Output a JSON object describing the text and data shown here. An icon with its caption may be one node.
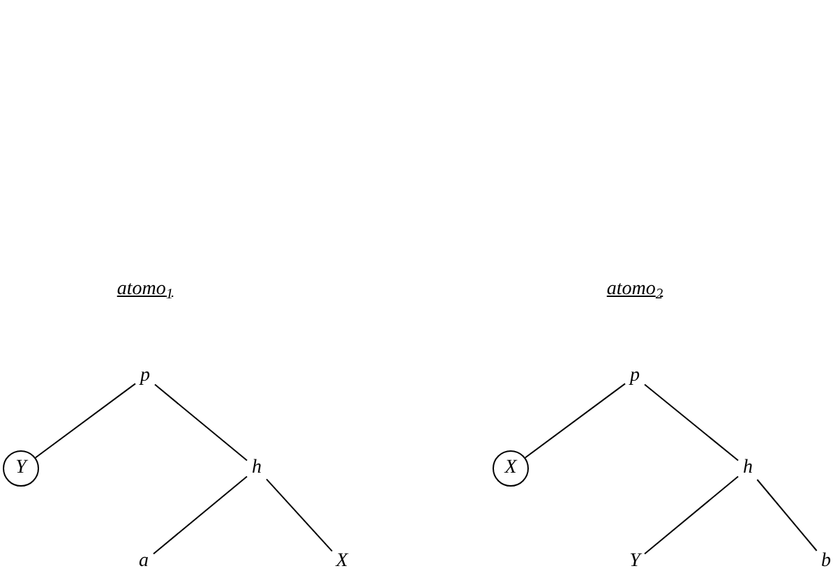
{
  "diagram": {
    "nodes": [
      {
        "text": [
          "p"
        ]
      },
      {
        "text": [
          "Y"
        ]
      },
      {
        "text": [
          "h"
        ]
      },
      {
        "text": [
          "a"
        ]
      },
      {
        "text": [
          "X"
        ]
      },
      {
        "text": [
          "p"
        ]
      },
      {
        "text": [
          "X"
        ]
      },
      {
        "text": [
          "h"
        ]
      },
      {
        "text": [
          "Y"
        ]
      },
      {
        "text": [
          "b"
        ]
      }
    ],
    "edges": [
      {
        "from": 0,
        "to": 1,
        "arrow": "none"
      },
      {
        "from": 0,
        "to": 2,
        "arrow": "none"
      },
      {
        "from": 2,
        "to": 3,
        "arrow": "none"
      },
      {
        "from": 2,
        "to": 4,
        "arrow": "none"
      },
      {
        "from": 5,
        "to": 6,
        "arrow": "none"
      },
      {
        "from": 5,
        "to": 7,
        "arrow": "none"
      },
      {
        "from": 7,
        "to": 8,
        "arrow": "none"
      },
      {
        "from": 7,
        "to": 9,
        "arrow": "none"
      }
    ],
    "labels": [
      "atomo$_{1}$",
      "atomo$_{2}$"
    ]
  }
}
